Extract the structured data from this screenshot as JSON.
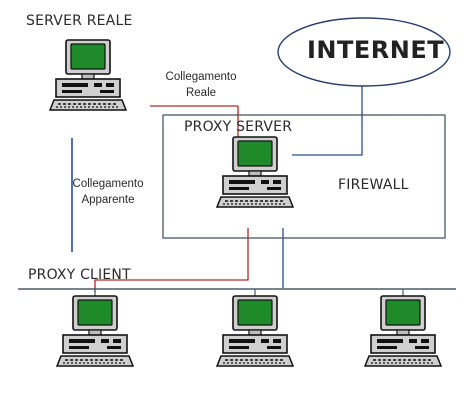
{
  "labels": {
    "server_reale": "SERVER REALE",
    "internet": "INTERNET",
    "collegamento_reale_line1": "Collegamento",
    "collegamento_reale_line2": "Reale",
    "proxy_server": "PROXY SERVER",
    "firewall": "FIREWALL",
    "collegamento_apparente_line1": "Collegamento",
    "collegamento_apparente_line2": "Apparente",
    "proxy_client": "PROXY CLIENT"
  },
  "colors": {
    "screen": "#1f8a2a",
    "computer_body": "#cfcfcf",
    "computer_outline": "#111111",
    "line_blue": "#2b4f8c",
    "line_red": "#b02a2a",
    "line_gray": "#4a5a6a",
    "box_outline": "#3a4a5a"
  },
  "icons": {
    "computer": "desktop-computer-icon"
  }
}
